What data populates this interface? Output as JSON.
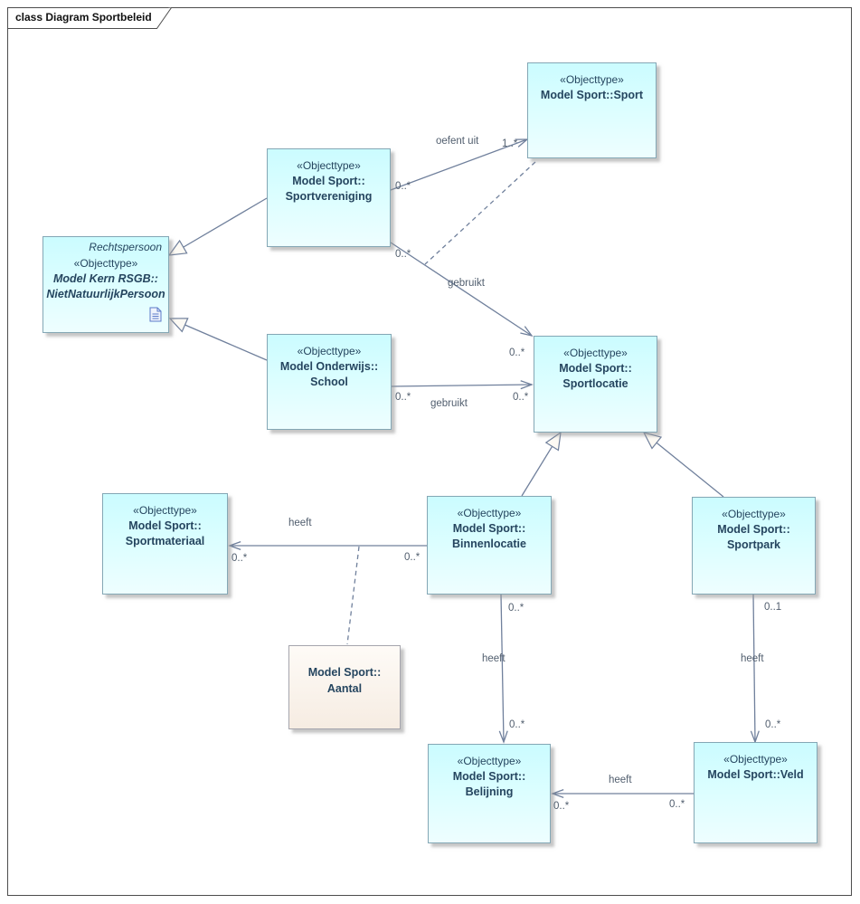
{
  "frame": {
    "title": "class Diagram Sportbeleid"
  },
  "colors": {
    "node_fill": "#ccfeff",
    "node_border": "#84a7b5",
    "note_fill": "#f8efe6",
    "line": "#70809c",
    "label_text": "#515e6e",
    "node_text": "#25455f"
  },
  "nodes": {
    "sport": {
      "stereotype": "«Objecttype»",
      "name1": "Model Sport::Sport"
    },
    "sportvereniging": {
      "stereotype": "«Objecttype»",
      "name1": "Model Sport::",
      "name2": "Sportvereniging"
    },
    "nnp": {
      "role": "Rechtspersoon",
      "stereotype": "«Objecttype»",
      "name1": "Model Kern RSGB::",
      "name2": "NietNatuurlijkPersoon",
      "icon": "document-icon"
    },
    "school": {
      "stereotype": "«Objecttype»",
      "name1": "Model Onderwijs::",
      "name2": "School"
    },
    "sportlocatie": {
      "stereotype": "«Objecttype»",
      "name1": "Model Sport::",
      "name2": "Sportlocatie"
    },
    "sportmateriaal": {
      "stereotype": "«Objecttype»",
      "name1": "Model Sport::",
      "name2": "Sportmateriaal"
    },
    "binnenlocatie": {
      "stereotype": "«Objecttype»",
      "name1": "Model Sport::",
      "name2": "Binnenlocatie"
    },
    "sportpark": {
      "stereotype": "«Objecttype»",
      "name1": "Model Sport::",
      "name2": "Sportpark"
    },
    "aantal": {
      "name1": "Model Sport::",
      "name2": "Aantal"
    },
    "belijning": {
      "stereotype": "«Objecttype»",
      "name1": "Model Sport::",
      "name2": "Belijning"
    },
    "veld": {
      "stereotype": "«Objecttype»",
      "name1": "Model Sport::Veld"
    }
  },
  "edges": {
    "oefent_uit": {
      "name": "oefent uit",
      "src_mult": "0..*",
      "tgt_mult": "1..*",
      "type": "association",
      "from": "Sportvereniging",
      "to": "Sport"
    },
    "gebruikt_sv": {
      "name": "gebruikt",
      "src_mult": "0..*",
      "tgt_mult": "0..*",
      "type": "association",
      "from": "Sportvereniging",
      "to": "Sportlocatie"
    },
    "gebruikt_school": {
      "name": "gebruikt",
      "src_mult": "0..*",
      "tgt_mult": "0..*",
      "type": "association",
      "from": "School",
      "to": "Sportlocatie"
    },
    "heeft_materiaal": {
      "name": "heeft",
      "src_mult": "0..*",
      "tgt_mult": "0..*",
      "type": "association",
      "from": "Binnenlocatie",
      "to": "Sportmateriaal"
    },
    "heeft_belijning": {
      "name": "heeft",
      "src_mult": "0..*",
      "tgt_mult": "0..*",
      "type": "association",
      "from": "Binnenlocatie",
      "to": "Belijning"
    },
    "heeft_veld": {
      "name": "heeft",
      "src_mult": "0..1",
      "tgt_mult": "0..*",
      "type": "association",
      "from": "Sportpark",
      "to": "Veld"
    },
    "heeft_veld_belijning": {
      "name": "heeft",
      "src_mult": "0..*",
      "tgt_mult": "0..*",
      "type": "association",
      "from": "Veld",
      "to": "Belijning"
    },
    "gen_sportvereniging_nnp": {
      "type": "generalization",
      "from": "Sportvereniging",
      "to": "NietNatuurlijkPersoon"
    },
    "gen_school_nnp": {
      "type": "generalization",
      "from": "School",
      "to": "NietNatuurlijkPersoon"
    },
    "gen_binnenlocatie_sportlocatie": {
      "type": "generalization",
      "from": "Binnenlocatie",
      "to": "Sportlocatie"
    },
    "gen_sportpark_sportlocatie": {
      "type": "generalization",
      "from": "Sportpark",
      "to": "Sportlocatie"
    },
    "assoc_class_sport": {
      "type": "dashed-link",
      "from": "Sport",
      "to": "gebruikt (Sportvereniging–Sportlocatie)"
    },
    "assoc_class_aantal": {
      "type": "dashed-link",
      "from": "Aantal",
      "to": "heeft (Binnenlocatie–Sportmateriaal)"
    }
  }
}
